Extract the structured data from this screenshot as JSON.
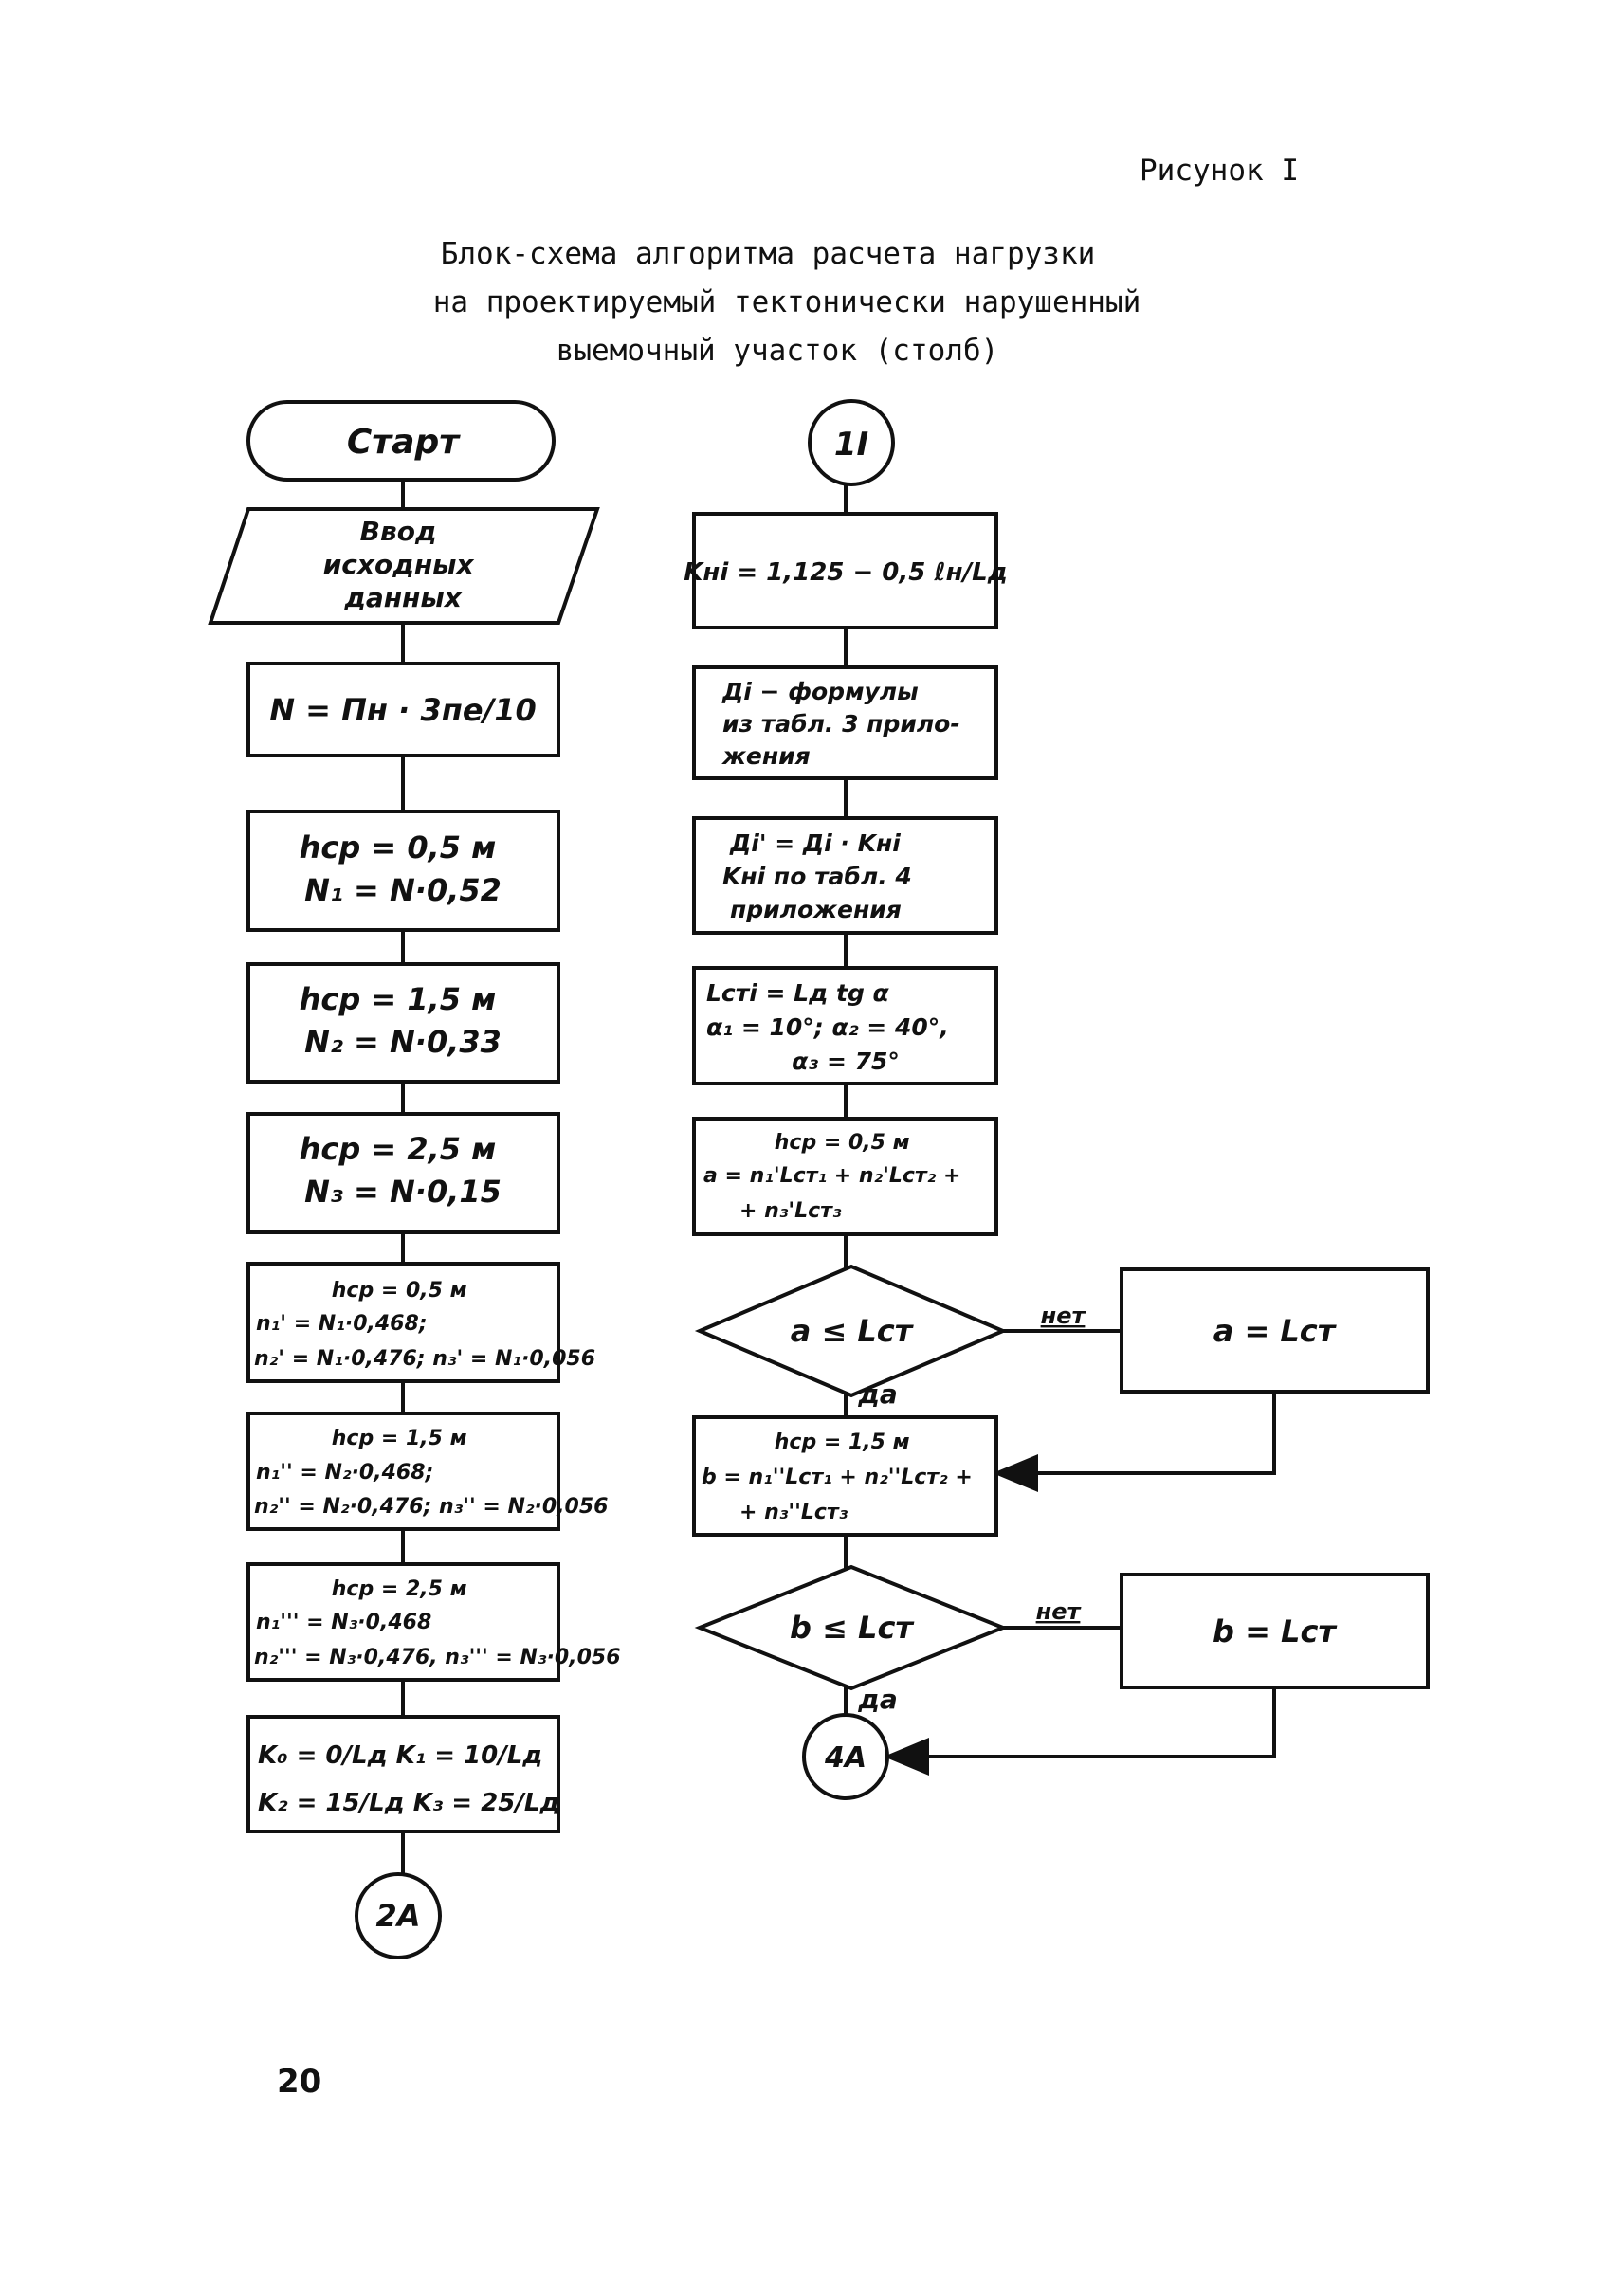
{
  "figure_label": "Рисунок I",
  "title_lines": [
    "Блок-схема алгоритма расчета нагрузки",
    "на проектируемый тектонически нарушенный",
    "выемочный участок (столб)"
  ],
  "left_column": {
    "start": "Старт",
    "input": [
      "Ввод",
      "исходных",
      "данных"
    ],
    "boxes": [
      [
        "N = Пн · 3пе/10"
      ],
      [
        "hср = 0,5 м",
        "N₁ = N·0,52"
      ],
      [
        "hср = 1,5 м",
        "N₂ = N·0,33"
      ],
      [
        "hср = 2,5 м",
        "N₃ = N·0,15"
      ],
      [
        "hср = 0,5 м",
        "n₁' = N₁·0,468;",
        "n₂' = N₁·0,476;  n₃' = N₁·0,056"
      ],
      [
        "hср = 1,5 м",
        "n₁'' = N₂·0,468;",
        "n₂'' = N₂·0,476;  n₃'' = N₂·0,056"
      ],
      [
        "hср = 2,5 м",
        "n₁''' = N₃·0,468",
        "n₂''' = N₃·0,476, n₃''' = N₃·0,056"
      ],
      [
        "K₀ = 0/Lд    K₁ = 10/Lд",
        "K₂ = 15/Lд    K₃ = 25/Lд"
      ]
    ],
    "connector": "2А"
  },
  "right_column": {
    "connector_top": "1I",
    "boxes": [
      [
        "Kнi = 1,125 − 0,5 ℓн/Lд"
      ],
      [
        "Дi − формулы",
        "из табл. 3 прило-",
        "жения"
      ],
      [
        "Дi' = Дi · Kнi",
        "Kнi по табл. 4",
        "приложения"
      ],
      [
        "Lстi = Lд tg α",
        "α₁ = 10°; α₂ = 40°,",
        "α₃ = 75°"
      ],
      [
        "hср = 0,5 м",
        "a = n₁'Lст₁ + n₂'Lст₂ +",
        "+ n₃'Lст₃"
      ],
      [
        "hср = 1,5 м",
        "b = n₁''Lст₁ + n₂''Lст₂ +",
        "+ n₃''Lст₃"
      ]
    ],
    "decision1": {
      "condition": "a ≤ Lст",
      "no_label": "нет",
      "yes_label": "да",
      "no_action": "a = Lст"
    },
    "decision2": {
      "condition": "b ≤ Lст",
      "no_label": "нет",
      "yes_label": "да",
      "no_action": "b = Lст"
    },
    "connector_bottom": "4А"
  },
  "page_number": "20"
}
